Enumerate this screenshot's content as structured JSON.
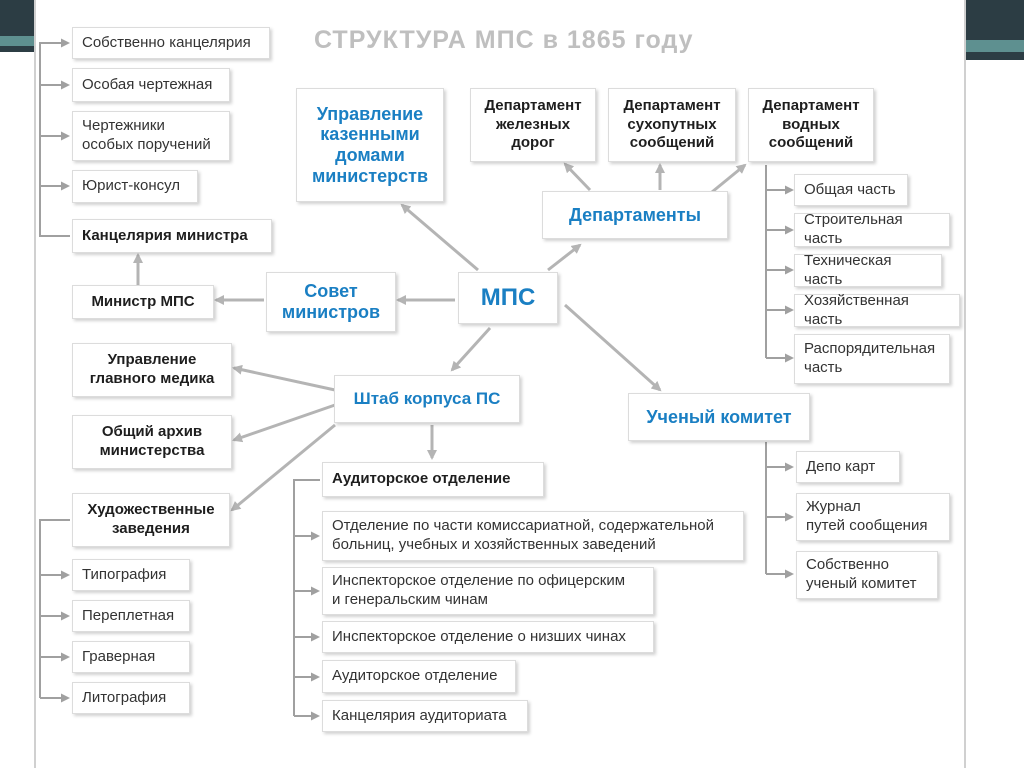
{
  "title": "СТРУКТУРА МПС в 1865 году",
  "colors": {
    "accent_blue": "#1a7fc3",
    "connector": "#b4b4b4",
    "bracket": "#a0a0a0",
    "frame_teal": "#5e9090"
  },
  "left_group": {
    "items": [
      "Собственно канцелярия",
      "Особая чертежная",
      "Чертежники\nособых поручений",
      "Юрист-консул"
    ],
    "chancellery": "Канцелярия министра",
    "minister": "Министр МПС"
  },
  "hubs": {
    "administration": "Управление\nказенными\nдомами\nминистерств",
    "council": "Совет\nминистров",
    "mps": "МПС",
    "departments": "Департаменты",
    "staff": "Штаб корпуса ПС",
    "committee": "Ученый комитет"
  },
  "departments": [
    "Департамент\nжелезных\nдорог",
    "Департамент\nсухопутных\nсообщений",
    "Департамент\nводных\nсообщений"
  ],
  "water_parts": [
    "Общая часть",
    "Строительная часть",
    "Техническая часть",
    "Хозяйственная часть",
    "Распорядительная\nчасть"
  ],
  "staff_branch": {
    "medic": "Управление\nглавного медика",
    "archive": "Общий архив\nминистерства",
    "art": "Художественные\nзаведения",
    "art_items": [
      "Типография",
      "Переплетная",
      "Граверная",
      "Литография"
    ]
  },
  "audit": {
    "head": "Аудиторское отделение",
    "items": [
      "Отделение по части комиссариатной, содержательной\nбольниц, учебных и хозяйственных заведений",
      "Инспекторское отделение по офицерским\nи генеральским чинам",
      "Инспекторское отделение о низших чинах",
      "Аудиторское отделение",
      "Канцелярия аудиториата"
    ]
  },
  "committee_items": [
    "Депо карт",
    "Журнал\nпутей сообщения",
    "Собственно\nученый комитет"
  ]
}
